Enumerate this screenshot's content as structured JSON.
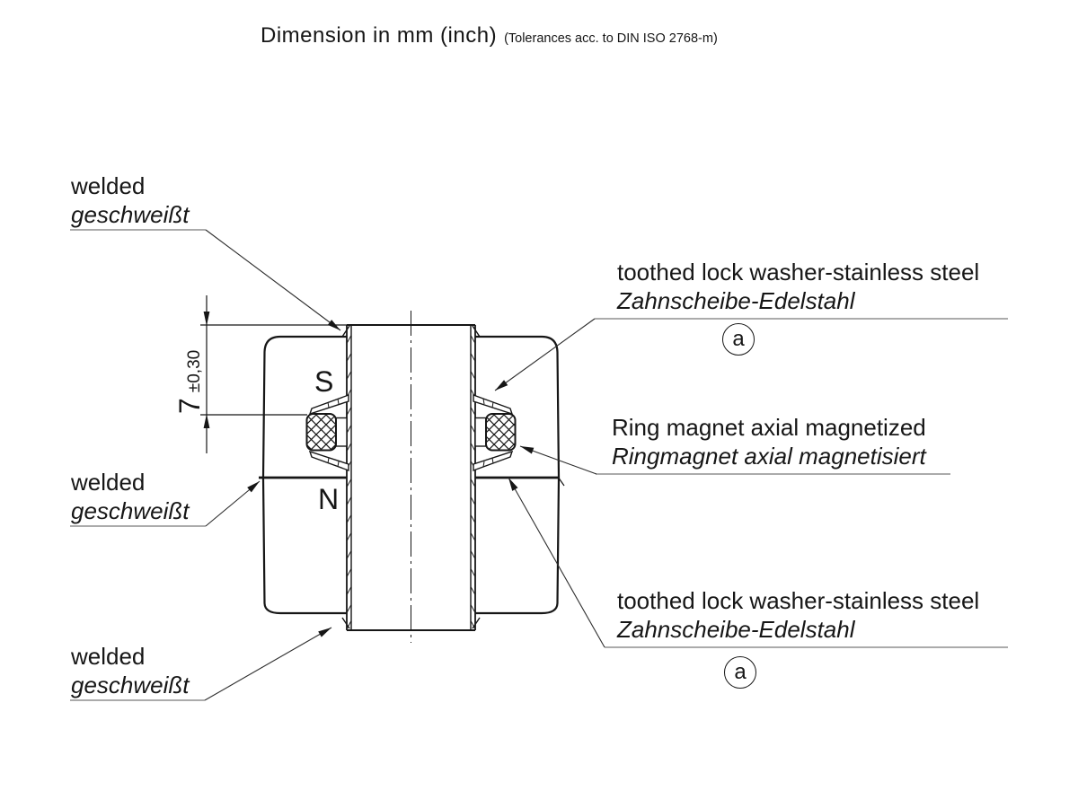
{
  "title": {
    "main": "Dimension in mm (inch)",
    "tolerance_note": "(Tolerances acc. to DIN ISO 2768-m)"
  },
  "annotations": {
    "welded": {
      "en": "welded",
      "de": "geschweißt"
    },
    "toothed_lock_washer": {
      "en": "toothed lock washer-stainless steel",
      "de": "Zahnscheibe-Edelstahl"
    },
    "ring_magnet": {
      "en": "Ring magnet axial magnetized",
      "de": "Ringmagnet axial magnetisiert"
    },
    "detail_marker": "a"
  },
  "dimension": {
    "value": "7",
    "tolerance": "±0,30"
  },
  "magnet_poles": {
    "south": "S",
    "north": "N"
  },
  "colors": {
    "line": "#161616",
    "leader": "#2e2e2e",
    "underline": "#8f8f8f",
    "background": "#ffffff"
  }
}
